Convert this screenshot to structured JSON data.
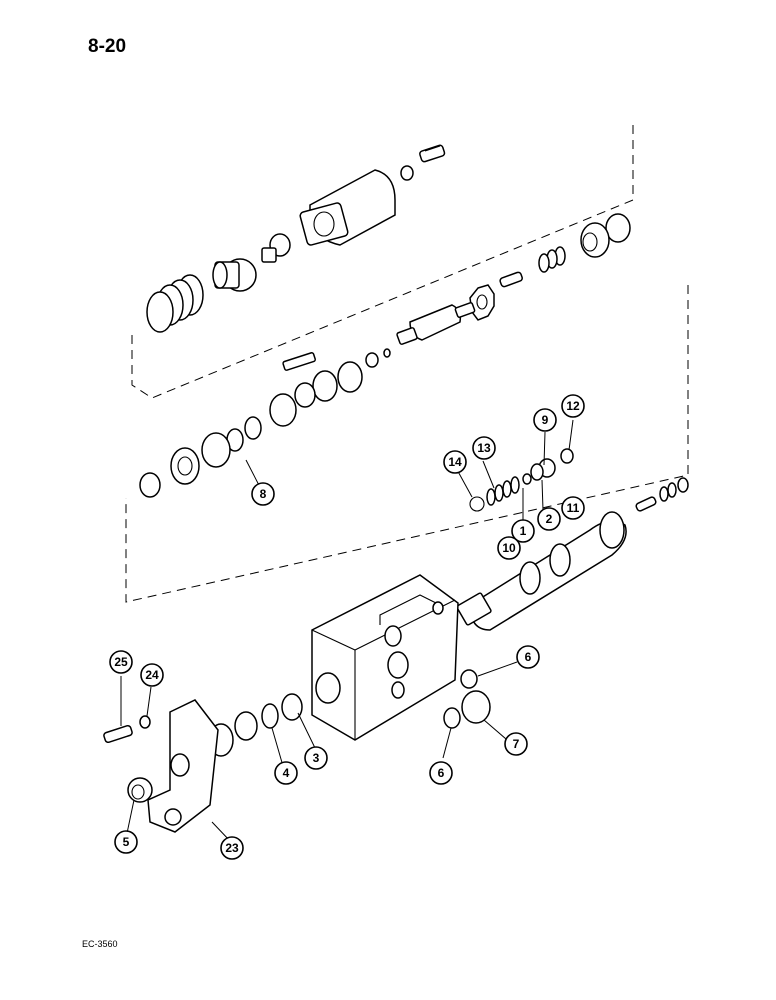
{
  "page": {
    "number": "8-20",
    "code": "EC-3560"
  },
  "callouts": [
    {
      "label": "1"
    },
    {
      "label": "2"
    },
    {
      "label": "3"
    },
    {
      "label": "4"
    },
    {
      "label": "5"
    },
    {
      "label": "6"
    },
    {
      "label": "6"
    },
    {
      "label": "7"
    },
    {
      "label": "8"
    },
    {
      "label": "9"
    },
    {
      "label": "10"
    },
    {
      "label": "11"
    },
    {
      "label": "12"
    },
    {
      "label": "13"
    },
    {
      "label": "14"
    },
    {
      "label": "23"
    },
    {
      "label": "24"
    },
    {
      "label": "25"
    }
  ],
  "colors": {
    "ink": "#000000",
    "paper": "#ffffff"
  }
}
